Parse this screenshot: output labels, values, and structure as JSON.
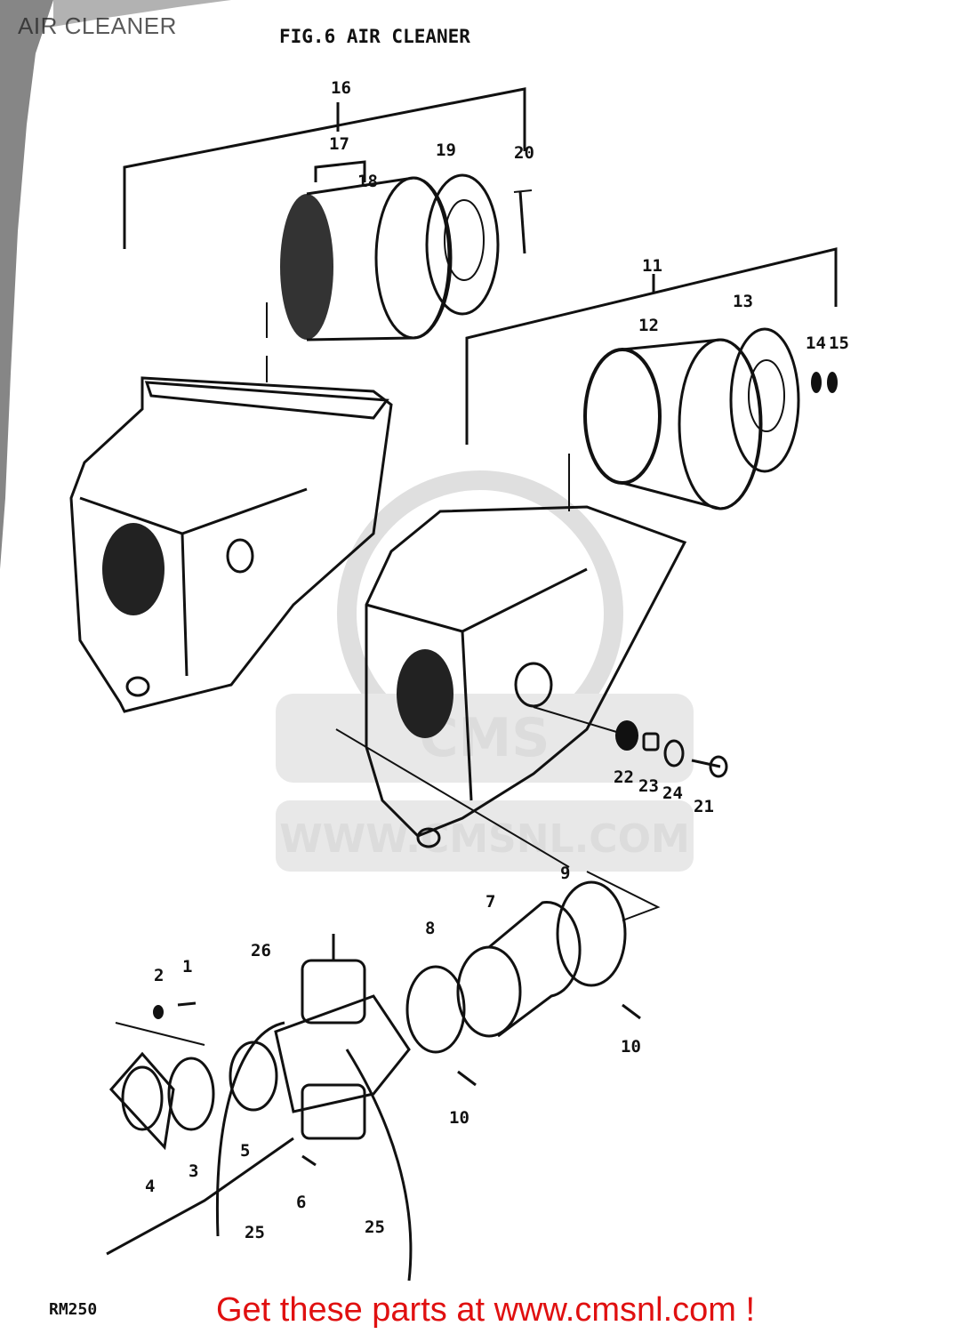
{
  "page_title": "AIR CLEANER",
  "figure_title": "FIG.6  AIR CLEANER",
  "watermark": "WWW.CMSNL.COM",
  "watermark_logo": "CMS",
  "model_code": "RM250",
  "promo": "Get these parts at www.cmsnl.com !",
  "part_labels": [
    "1",
    "2",
    "3",
    "4",
    "5",
    "6",
    "7",
    "8",
    "9",
    "10",
    "10",
    "11",
    "12",
    "13",
    "14",
    "15",
    "16",
    "17",
    "18",
    "19",
    "20",
    "21",
    "22",
    "23",
    "24",
    "25",
    "25",
    "26"
  ],
  "colors": {
    "promo": "#e01010",
    "ink": "#111111",
    "watermark": "#d9d9d9"
  }
}
